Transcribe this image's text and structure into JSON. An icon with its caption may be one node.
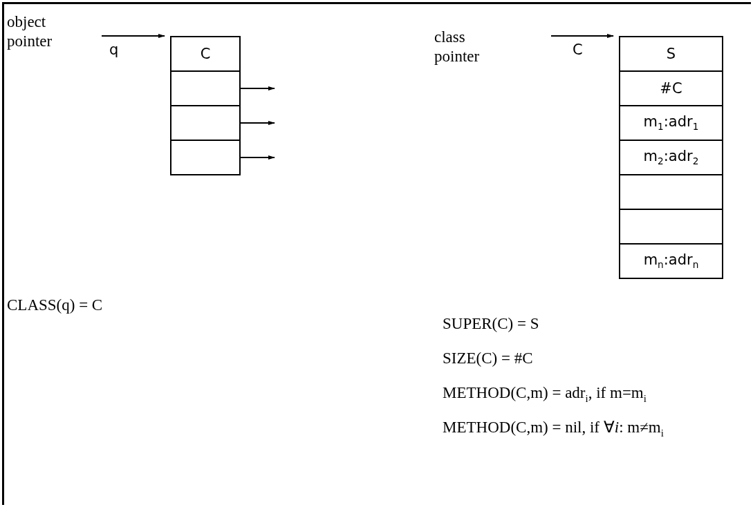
{
  "diagram": {
    "nodes": [
      {
        "text": [],
        "shape": "box"
      },
      {
        "text": [
          "C"
        ],
        "in": 0
      },
      {
        "text": [],
        "shape": "box",
        "in": 0
      },
      {
        "text": [],
        "shape": "box",
        "in": 0
      },
      {
        "text": [],
        "shape": "box",
        "in": 0
      },
      {
        "text": [],
        "shape": "box"
      },
      {
        "text": [
          "S"
        ],
        "in": 5
      },
      {
        "text": [
          "#C"
        ],
        "in": 5
      },
      {
        "text": [
          "m$_{1}$:adr$_{1}$"
        ],
        "in": 5
      },
      {
        "text": [
          "m$_{2}$:adr$_{2}$"
        ],
        "in": 5
      },
      {
        "text": [],
        "shape": "box",
        "in": 5
      },
      {
        "text": [],
        "shape": "box",
        "in": 5
      },
      {
        "text": [
          "m$_{n}$:adr$_{n}$"
        ],
        "in": 5
      }
    ],
    "edges": [
      {
        "from": null,
        "to": 0,
        "arrow": "to",
        "label": "q"
      },
      {
        "from": 2,
        "to": null,
        "arrow": "to"
      },
      {
        "from": 3,
        "to": null,
        "arrow": "to"
      },
      {
        "from": 4,
        "to": null,
        "arrow": "to"
      },
      {
        "from": null,
        "to": 5,
        "arrow": "to",
        "label": "C"
      }
    ],
    "labels": [
      "object pointer",
      "class pointer",
      "CLASS(q) = C",
      "SUPER(C) = S",
      "SIZE(C) = #C",
      "METHOD(C,m) = adr$_{i}$, if m=m$_{i}$",
      "METHOD(C,m) = nil, if ∀*i*: m≠m$_{i}$"
    ]
  }
}
